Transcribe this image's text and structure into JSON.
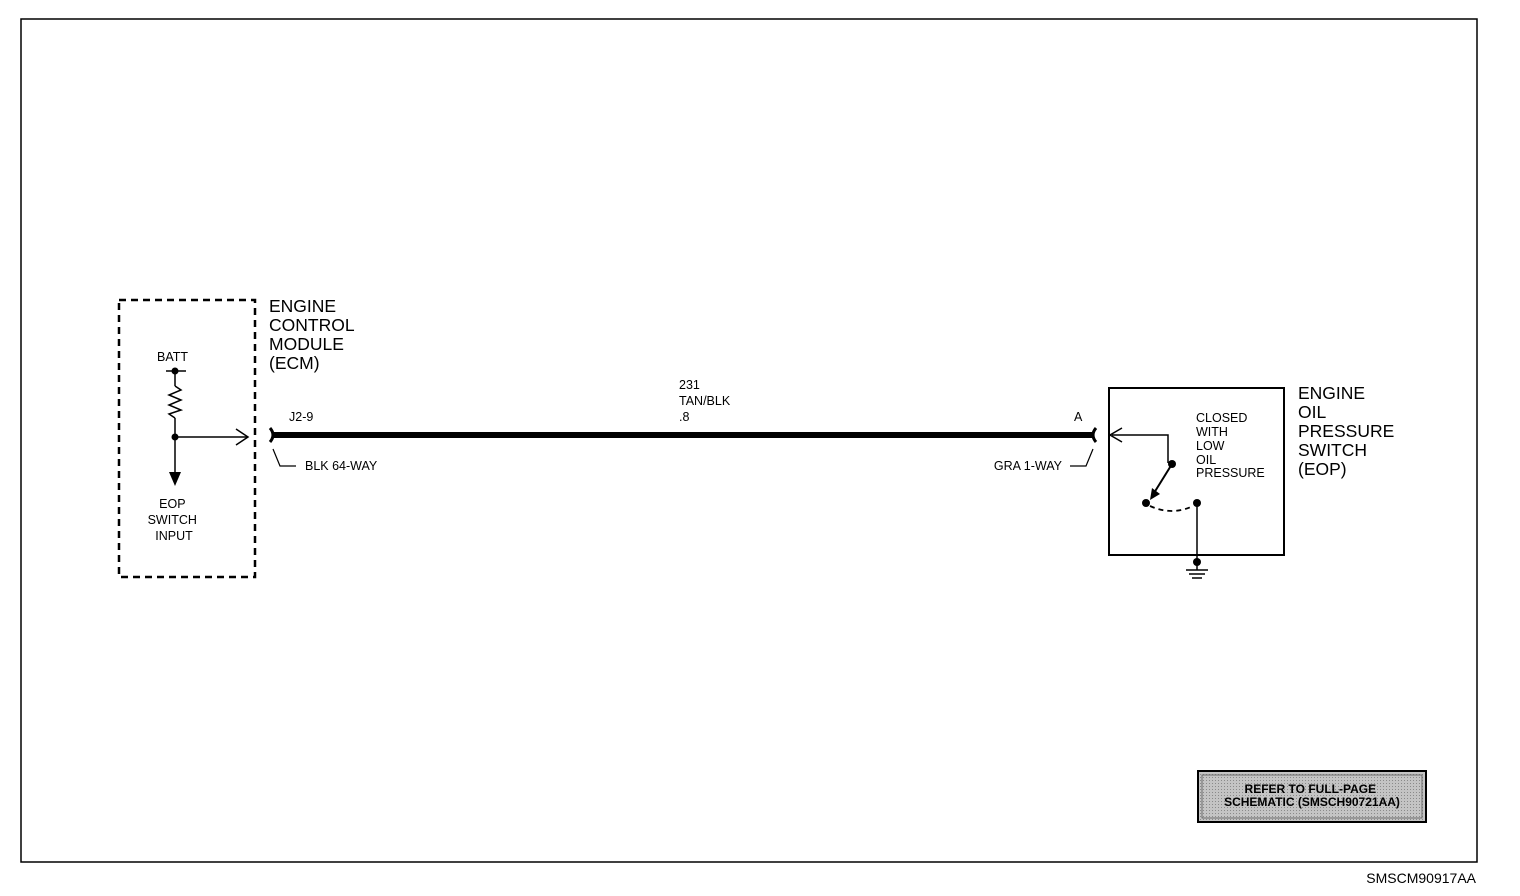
{
  "ecm": {
    "title_lines": [
      "ENGINE",
      "CONTROL",
      "MODULE",
      "(ECM)"
    ],
    "batt_label": "BATT",
    "input_lines": [
      "EOP",
      "SWITCH",
      "INPUT"
    ]
  },
  "connectors": {
    "ecm_pin": "J2-9",
    "ecm_connector": "BLK 64-WAY",
    "eop_pin": "A",
    "eop_connector": "GRA 1-WAY"
  },
  "wire": {
    "circuit": "231",
    "color": "TAN/BLK",
    "gauge": ".8"
  },
  "eop": {
    "title_lines": [
      "ENGINE",
      "OIL",
      "PRESSURE",
      "SWITCH",
      "(EOP)"
    ],
    "state_lines": [
      "CLOSED",
      "WITH",
      "LOW",
      "OIL",
      "PRESSURE"
    ]
  },
  "note": {
    "lines": [
      "REFER TO FULL-PAGE",
      "SCHEMATIC (SMSCH90721AA)"
    ]
  },
  "figure_id": "SMSCM90917AA",
  "colors": {
    "ink": "#000000",
    "note_fill": "#b8b8b8"
  }
}
